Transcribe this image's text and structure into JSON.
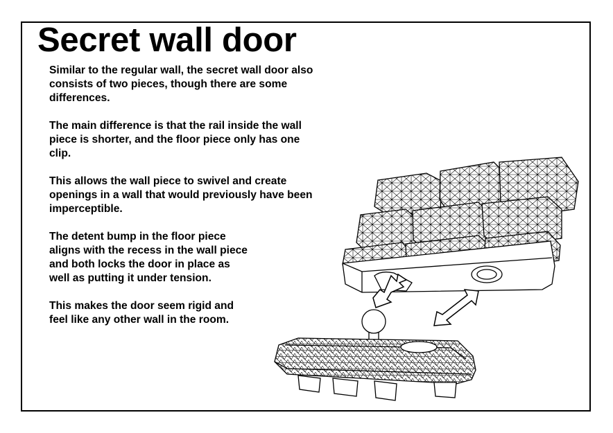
{
  "title": "Secret wall door",
  "paragraphs": [
    [
      "Similar to the regular wall, the secret wall door also",
      "consists of two pieces, though there are some",
      "differences."
    ],
    [
      "The main difference is that the rail inside the wall",
      "piece is shorter, and the floor piece only has one",
      "clip."
    ],
    [
      "This allows the wall piece to swivel and create",
      "openings in a wall that would previously have been",
      "imperceptible."
    ],
    [
      "The detent bump in the floor piece",
      "aligns with the recess in the wall piece",
      "and both locks the door in place as",
      "well as putting it under tension."
    ],
    [
      "This makes the door seem rigid and",
      "feel like any other wall in the room."
    ]
  ]
}
